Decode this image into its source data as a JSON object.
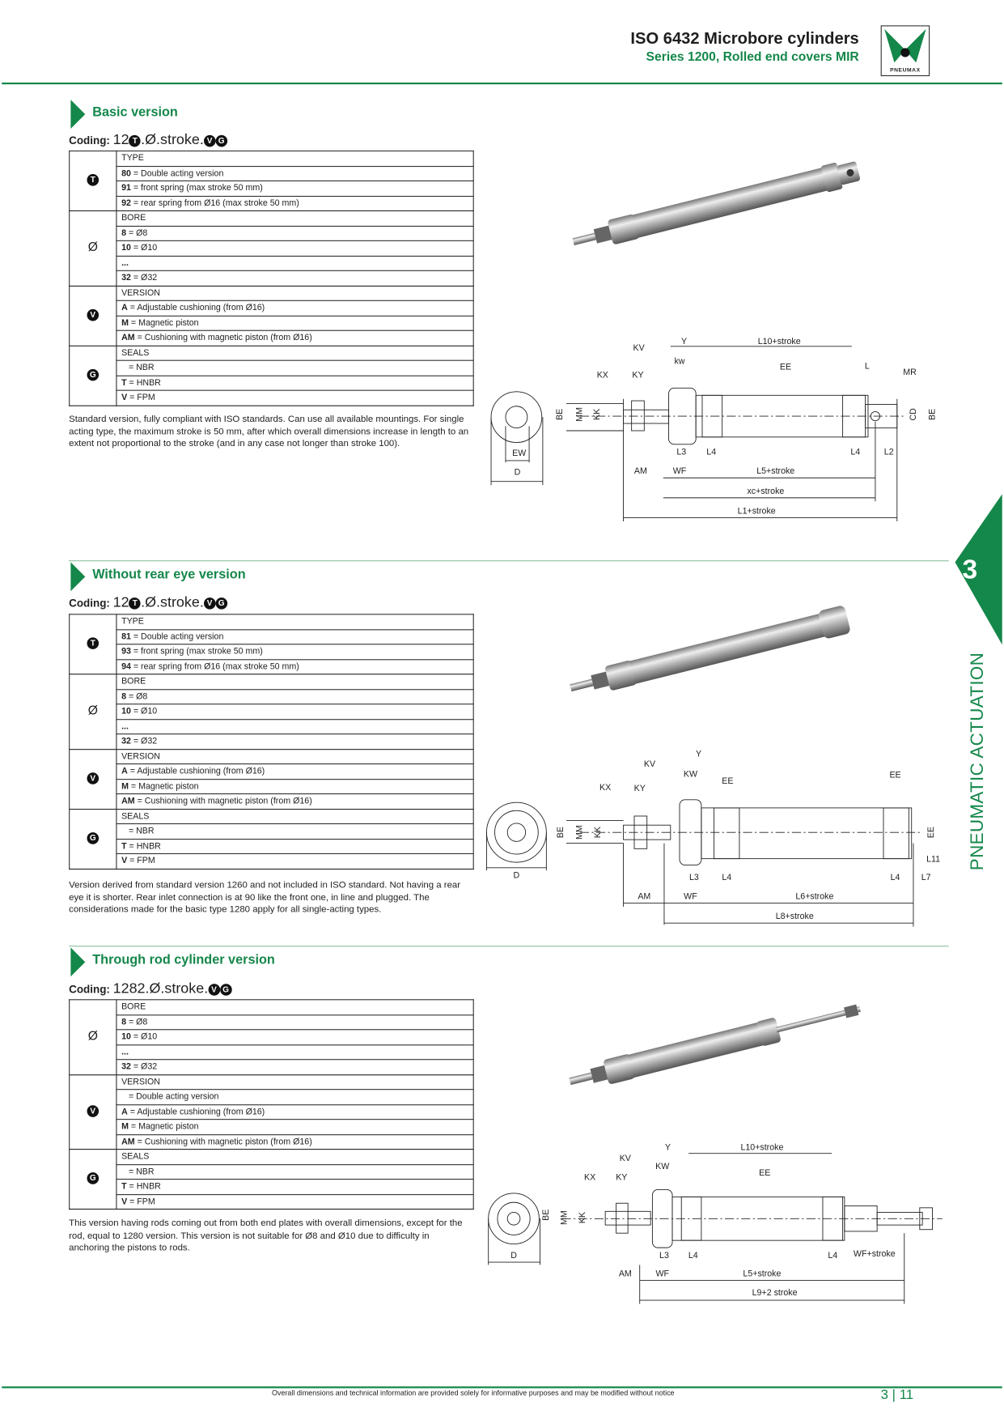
{
  "header": {
    "title": "ISO 6432 Microbore cylinders",
    "subtitle": "Series 1200, Rolled end covers MIR",
    "logo_text": "PNEUMAX"
  },
  "side_tab": {
    "chapter": "3",
    "label": "PNEUMATIC ACTUATION"
  },
  "colors": {
    "brand_green": "#14874a"
  },
  "sections": [
    {
      "title": "Basic version",
      "coding_label": "Coding:",
      "coding_prefix": "12",
      "coding_mid": ".Ø.stroke.",
      "coding_syms": [
        "T",
        "V",
        "G"
      ],
      "groups": [
        {
          "symbol": "T",
          "heading": "TYPE",
          "rows": [
            {
              "code": "80",
              "text": " = Double acting version"
            },
            {
              "code": "91",
              "text": " = front spring (max stroke 50 mm)"
            },
            {
              "code": "92",
              "text": " = rear spring from Ø16 (max stroke 50 mm)"
            }
          ]
        },
        {
          "symbol": "Ø",
          "heading": "BORE",
          "rows": [
            {
              "code": "8",
              "text": " = Ø8"
            },
            {
              "code": "10",
              "text": " = Ø10"
            },
            {
              "code": "...",
              "text": ""
            },
            {
              "code": "32",
              "text": " = Ø32"
            }
          ]
        },
        {
          "symbol": "V",
          "heading": "VERSION",
          "rows": [
            {
              "code": "A",
              "text": " = Adjustable cushioning (from Ø16)"
            },
            {
              "code": "M",
              "text": " = Magnetic piston"
            },
            {
              "code": "AM",
              "text": " = Cushioning with magnetic piston (from Ø16)"
            }
          ]
        },
        {
          "symbol": "G",
          "heading": "SEALS",
          "rows": [
            {
              "code": "",
              "text": "   = NBR"
            },
            {
              "code": "T",
              "text": " = HNBR"
            },
            {
              "code": "V",
              "text": " = FPM"
            }
          ]
        }
      ],
      "description": "Standard version, fully compliant with ISO standards. Can use all available mountings. For single acting type, the maximum stroke is 50 mm, after which overall dimensions increase in length to an extent not proportional to the stroke (and in any case not longer than stroke 100).",
      "dimension_labels": [
        "KV",
        "Y",
        "L10+stroke",
        "kw",
        "KX",
        "KY",
        "EE",
        "L",
        "MR",
        "BE",
        "MM",
        "KK",
        "CD",
        "BE",
        "EW",
        "L3",
        "L4",
        "L4",
        "L2",
        "D",
        "AM",
        "WF",
        "L5+stroke",
        "xc+stroke",
        "L1+stroke"
      ]
    },
    {
      "title": "Without rear eye version",
      "coding_label": "Coding:",
      "coding_prefix": "12",
      "coding_mid": ".Ø.stroke.",
      "coding_syms": [
        "T",
        "V",
        "G"
      ],
      "groups": [
        {
          "symbol": "T",
          "heading": "TYPE",
          "rows": [
            {
              "code": "81",
              "text": " = Double acting version"
            },
            {
              "code": "93",
              "text": " = front spring (max stroke 50 mm)"
            },
            {
              "code": "94",
              "text": " = rear spring from Ø16 (max stroke 50 mm)"
            }
          ]
        },
        {
          "symbol": "Ø",
          "heading": "BORE",
          "rows": [
            {
              "code": "8",
              "text": " = Ø8"
            },
            {
              "code": "10",
              "text": " = Ø10"
            },
            {
              "code": "...",
              "text": ""
            },
            {
              "code": "32",
              "text": " = Ø32"
            }
          ]
        },
        {
          "symbol": "V",
          "heading": "VERSION",
          "rows": [
            {
              "code": "A",
              "text": " = Adjustable cushioning (from Ø16)"
            },
            {
              "code": "M",
              "text": " = Magnetic piston"
            },
            {
              "code": "AM",
              "text": " = Cushioning with magnetic piston (from Ø16)"
            }
          ]
        },
        {
          "symbol": "G",
          "heading": "SEALS",
          "rows": [
            {
              "code": "",
              "text": "   = NBR"
            },
            {
              "code": "T",
              "text": " = HNBR"
            },
            {
              "code": "V",
              "text": " = FPM"
            }
          ]
        }
      ],
      "description": "Version derived from standard version 1260 and not included in ISO standard. Not having a rear eye it is shorter. Rear inlet connection is at 90 like the front one, in line and plugged. The considerations made for the basic type 1280 apply for all single-acting types.",
      "dimension_labels": [
        "Y",
        "KV",
        "KW",
        "EE",
        "EE",
        "KX",
        "KY",
        "BE",
        "MM",
        "KK",
        "EE",
        "L11",
        "D",
        "L3",
        "L4",
        "L4",
        "L7",
        "AM",
        "WF",
        "L6+stroke",
        "L8+stroke"
      ]
    },
    {
      "title": "Through rod cylinder version",
      "coding_label": "Coding:",
      "coding_prefix": "1282",
      "coding_mid": ".Ø.stroke.",
      "coding_syms": [
        "V",
        "G"
      ],
      "groups": [
        {
          "symbol": "Ø",
          "heading": "BORE",
          "rows": [
            {
              "code": "8",
              "text": " = Ø8"
            },
            {
              "code": "10",
              "text": " = Ø10"
            },
            {
              "code": "...",
              "text": ""
            },
            {
              "code": "32",
              "text": " = Ø32"
            }
          ]
        },
        {
          "symbol": "V",
          "heading": "VERSION",
          "rows": [
            {
              "code": "",
              "text": "   = Double acting version"
            },
            {
              "code": "A",
              "text": " = Adjustable cushioning (from Ø16)"
            },
            {
              "code": "M",
              "text": " = Magnetic piston"
            },
            {
              "code": "AM",
              "text": " = Cushioning with magnetic piston (from Ø16)"
            }
          ]
        },
        {
          "symbol": "G",
          "heading": "SEALS",
          "rows": [
            {
              "code": "",
              "text": "   = NBR"
            },
            {
              "code": "T",
              "text": " = HNBR"
            },
            {
              "code": "V",
              "text": " = FPM"
            }
          ]
        }
      ],
      "description": "This version having rods coming out from both end plates with overall dimensions, except for the rod, equal to 1280 version. This version is not suitable for Ø8 and Ø10 due to difficulty in anchoring the pistons to rods.",
      "dimension_labels": [
        "Y",
        "L10+stroke",
        "KV",
        "KW",
        "EE",
        "KX",
        "KY",
        "BE",
        "MM",
        "KK",
        "D",
        "L3",
        "L4",
        "L4",
        "WF+stroke",
        "AM",
        "WF",
        "L5+stroke",
        "L9+2 stroke"
      ]
    }
  ],
  "footer": {
    "notice": "Overall dimensions and technical information are provided solely for informative purposes and may be modified without notice",
    "chapter": "3",
    "page": "11"
  }
}
